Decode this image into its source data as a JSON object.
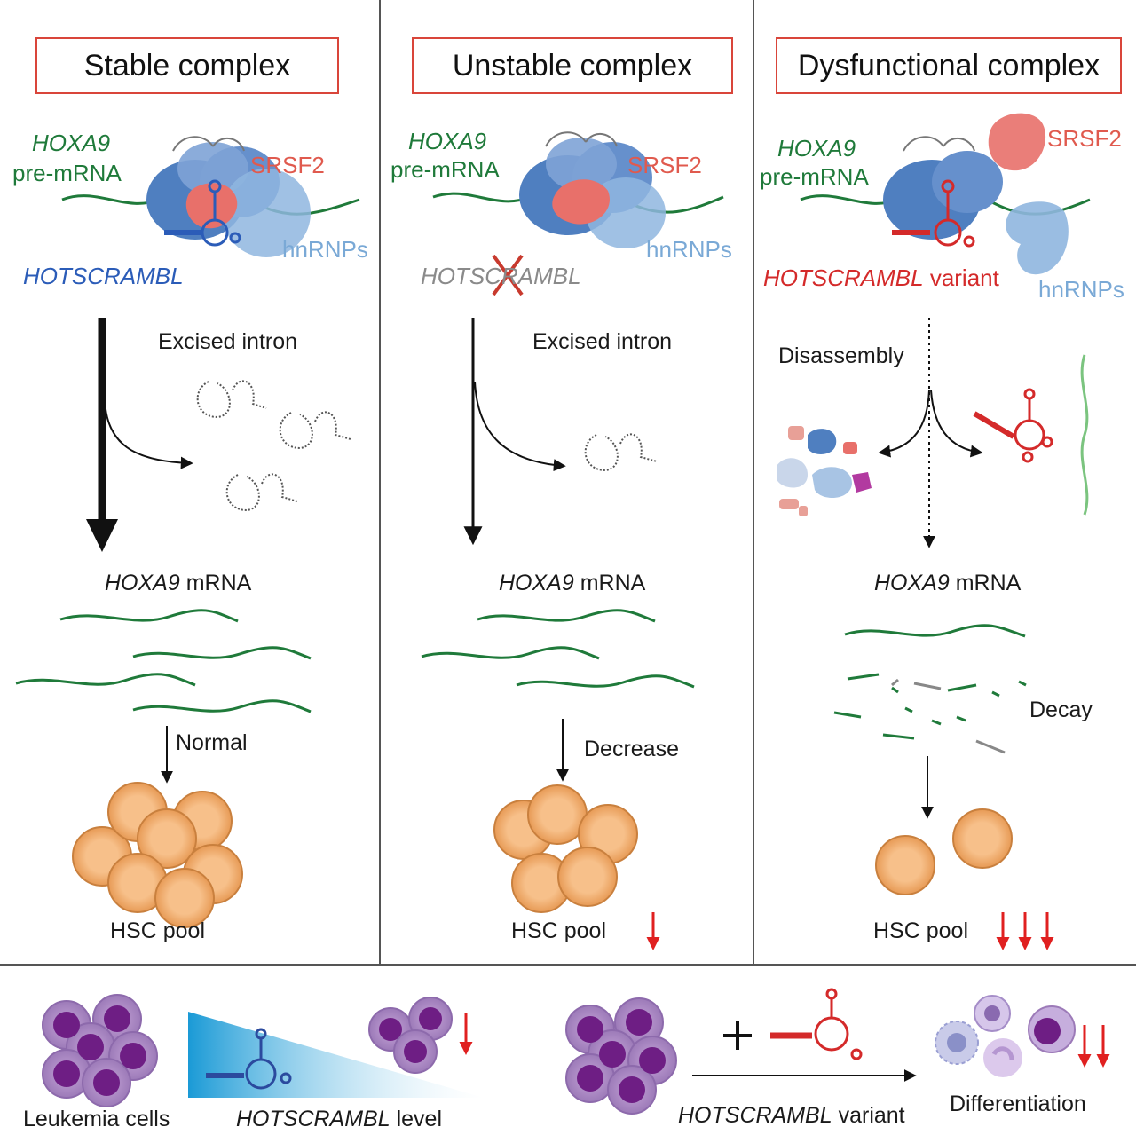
{
  "panels": {
    "stable": {
      "title": "Stable complex",
      "gene": "HOXA9",
      "premrna": "pre-mRNA",
      "srsf2": "SRSF2",
      "hnrnps": "hnRNPs",
      "lncrna": "HOTSCRAMBL",
      "excised": "Excised intron",
      "mrna_gene": "HOXA9",
      "mrna_word": "mRNA",
      "effect": "Normal",
      "pool": "HSC pool"
    },
    "unstable": {
      "title": "Unstable complex",
      "gene": "HOXA9",
      "premrna": "pre-mRNA",
      "srsf2": "SRSF2",
      "hnrnps": "hnRNPs",
      "lncrna": "HOTSCRAMBL",
      "excised": "Excised intron",
      "mrna_gene": "HOXA9",
      "mrna_word": "mRNA",
      "effect": "Decrease",
      "pool": "HSC pool"
    },
    "dysfunctional": {
      "title": "Dysfunctional complex",
      "gene": "HOXA9",
      "premrna": "pre-mRNA",
      "srsf2": "SRSF2",
      "hnrnps": "hnRNPs",
      "lncrna": "HOTSCRAMBL",
      "lncrna_suffix": "variant",
      "disassembly": "Disassembly",
      "mrna_gene": "HOXA9",
      "mrna_word": "mRNA",
      "effect": "Decay",
      "pool": "HSC pool"
    }
  },
  "bottom": {
    "leukemia": "Leukemia cells",
    "level_gene": "HOTSCRAMBL",
    "level_word": "level",
    "plus": "+",
    "variant_gene": "HOTSCRAMBL",
    "variant_word": "variant",
    "differentiation": "Differentiation"
  },
  "colors": {
    "panel_border": "#d9453a",
    "rna_green": "#1f7a3a",
    "hotscrambl_blue": "#2b5cb8",
    "variant_red": "#d42a2a",
    "srsf2": "#e8706a",
    "hnrnps": "#8fb6df",
    "complex_blue": "#4f7fc0",
    "hsc_cell": "#f3b57a",
    "leukemia_cell": "#7a2a88",
    "down_arrow": "#e02020"
  },
  "icons": [
    "down-arrow-icon",
    "cross-icon",
    "plus-icon"
  ]
}
